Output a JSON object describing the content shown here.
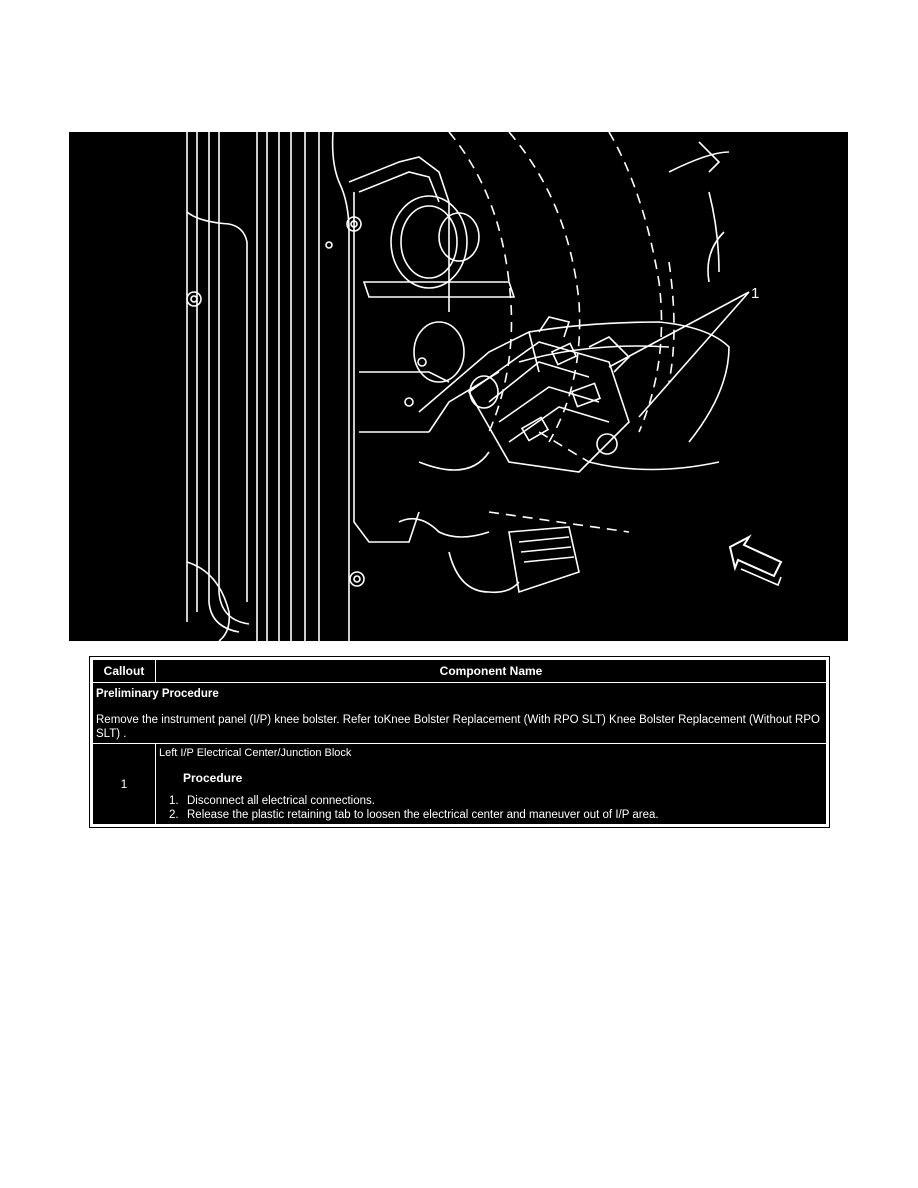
{
  "figure": {
    "callout_label": "1",
    "colors": {
      "background": "#000000",
      "lines": "#ffffff"
    }
  },
  "table": {
    "headers": {
      "callout": "Callout",
      "component": "Component Name"
    },
    "preliminary": {
      "title": "Preliminary Procedure",
      "text": "Remove the instrument panel (I/P) knee bolster. Refer toKnee Bolster Replacement (With RPO SLT) Knee Bolster Replacement (Without RPO SLT) ."
    },
    "rows": [
      {
        "callout": "1",
        "component": "Left I/P Electrical Center/Junction Block",
        "procedure_title": "Procedure",
        "steps": [
          {
            "num": "1.",
            "text": "Disconnect all electrical connections."
          },
          {
            "num": "2.",
            "text": "Release the plastic retaining tab to loosen the electrical center and maneuver out of I/P area."
          }
        ]
      }
    ]
  }
}
